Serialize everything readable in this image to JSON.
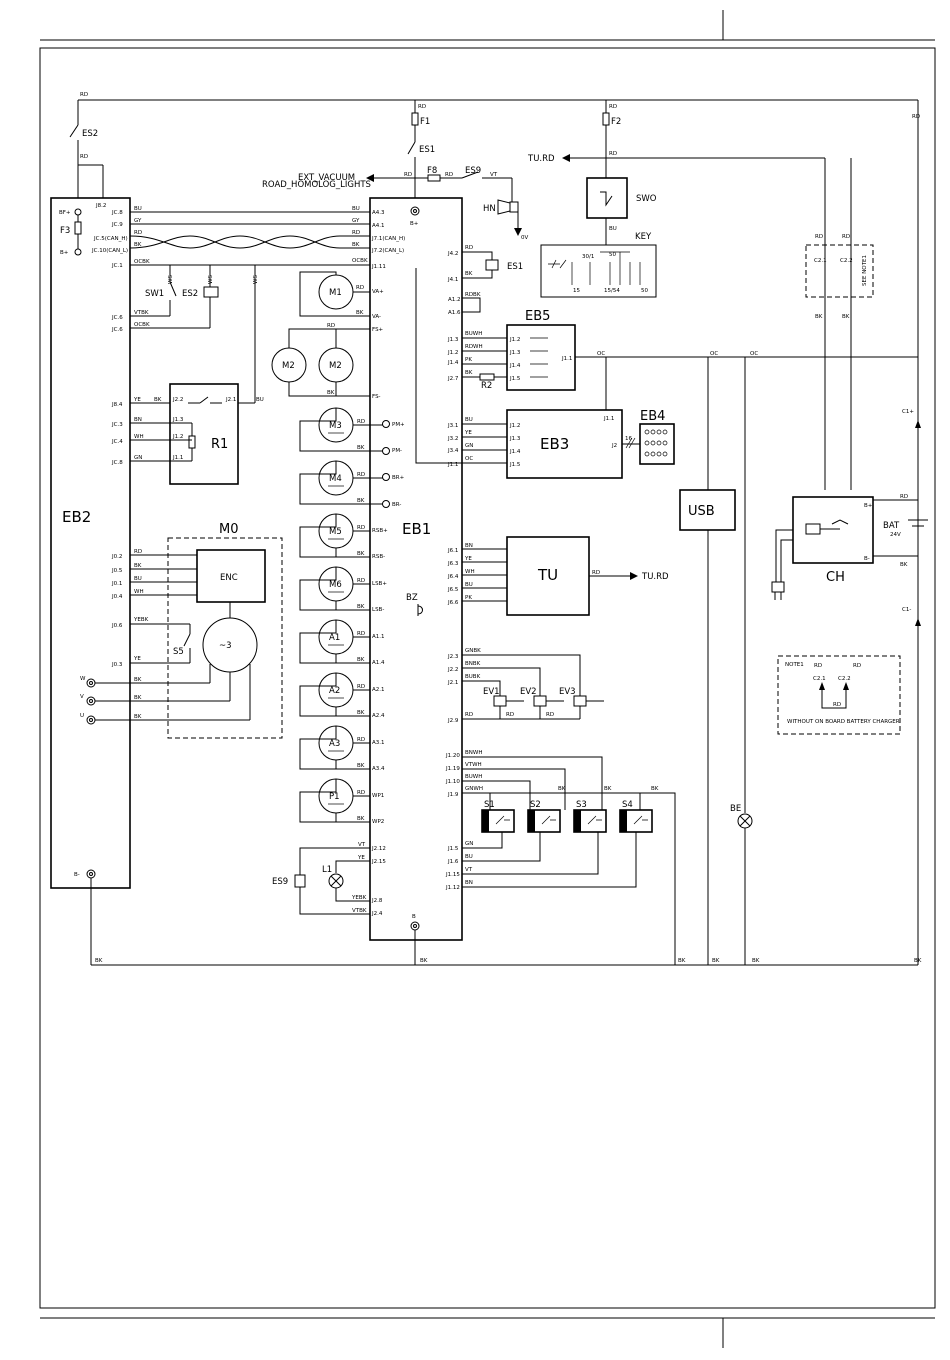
{
  "modules": {
    "eb1": "EB1",
    "eb2": "EB2",
    "eb3": "EB3",
    "eb4": "EB4",
    "eb5": "EB5",
    "tu": "TU",
    "usb": "USB",
    "ch": "CH",
    "m0": "M0",
    "enc": "ENC",
    "motor3": "~3",
    "swo": "SWO",
    "key": "KEY",
    "bat": "BAT",
    "bat_v": "24V"
  },
  "components": {
    "es1": "ES1",
    "es2": "ES2",
    "es9": "ES9",
    "f1": "F1",
    "f2": "F2",
    "f3": "F3",
    "f8": "F8",
    "hn": "HN",
    "sw1": "SW1",
    "r1": "R1",
    "r2": "R2",
    "s5": "S5",
    "bz": "BZ",
    "l1": "L1",
    "be": "BE",
    "m1": "M1",
    "m2a": "M2",
    "m2b": "M2",
    "m3": "M3",
    "m4": "M4",
    "m5": "M5",
    "m6": "M6",
    "a1": "A1",
    "a2": "A2",
    "a3": "A3",
    "p1": "P1",
    "ev1": "EV1",
    "ev2": "EV2",
    "ev3": "EV3",
    "s1": "S1",
    "s2": "S2",
    "s3": "S3",
    "s4": "S4"
  },
  "signals": {
    "ext_vacuum": "EXT_VACUUM",
    "road_lights": "ROAD_HOMOLOG_LIGHTS",
    "tu_rd_top": "TU.RD",
    "tu_rd_right": "TU.RD",
    "zero_v": "0V",
    "bf_plus": "BF+",
    "b_plus": "B+",
    "b_minus": "B-",
    "eb1_bplus": "B+",
    "eb1_bminus": "B",
    "u": "U",
    "v": "V",
    "w": "W",
    "c1_plus": "C1+",
    "c1_minus": "C1-",
    "ch_bplus": "B+",
    "ch_bminus": "B-"
  },
  "wires": {
    "rd": "RD",
    "bk": "BK",
    "bu": "BU",
    "gy": "GY",
    "gn": "GN",
    "ye": "YE",
    "wh": "WH",
    "oc": "OC",
    "vt": "VT",
    "pk": "PK",
    "bn": "BN",
    "vtbk": "VTBK",
    "ocbk": "OCBK",
    "yebk": "YEBK",
    "rdbk": "RDBK",
    "buwh": "BUWH",
    "rdwh": "RDWH",
    "gnbk": "GNBK",
    "bnbk": "BNBK",
    "bubk": "BUBK",
    "bnwh": "BNWH",
    "vtwh": "VTWH",
    "gnwh": "GNWH"
  },
  "pins": {
    "eb2": [
      "J8.2",
      "JC.8",
      "JC.9",
      "JC.5(CAN_H)",
      "JC.10(CAN_L)",
      "JC.1",
      "JC.6",
      "JC.6",
      "J8.4",
      "JC.3",
      "JC.4",
      "JC.8",
      "J0.2",
      "J0.5",
      "J0.1",
      "J0.4",
      "J0.6",
      "J0.3"
    ],
    "eb1_left": [
      "A4.3",
      "A4.1",
      "J7.1(CAN_H)",
      "J7.2(CAN_L)",
      "J1.11",
      "VA+",
      "VA-",
      "FS+",
      "FS-",
      "PM+",
      "PM-",
      "BR+",
      "BR-",
      "RSB+",
      "RSB-",
      "LSB+",
      "LSB-",
      "A1.1",
      "A1.4",
      "A2.1",
      "A2.4",
      "A3.1",
      "A3.4",
      "WP1",
      "WP2",
      "J2.12",
      "J2.15",
      "J2.8",
      "J2.4"
    ],
    "eb1_right": [
      "J4.2",
      "J4.1",
      "A1.2",
      "A1.6",
      "J1.3",
      "J1.2",
      "J1.4",
      "J2.7",
      "J3.1",
      "J3.2",
      "J3.4",
      "J1.1",
      "J6.1",
      "J6.3",
      "J6.4",
      "J6.5",
      "J6.6",
      "J2.3",
      "J2.2",
      "J2.1",
      "J2.9",
      "J1.20",
      "J1.19",
      "J1.10",
      "J1.9",
      "J1.5",
      "J1.6",
      "J1.15",
      "J1.12"
    ],
    "r1": [
      "J2.2",
      "J2.1",
      "J1.3",
      "J1.2",
      "J1.1"
    ],
    "eb5": [
      "J1.2",
      "J1.3",
      "J1.4",
      "J1.5",
      "J1.1"
    ],
    "eb3": [
      "J1.1",
      "J1.2",
      "J1.3",
      "J1.4",
      "J1.5",
      "J2",
      "16"
    ],
    "key": [
      "30/1",
      "50",
      "15",
      "15/54",
      "50"
    ],
    "charger": [
      "C2.1",
      "C2.2",
      "RD",
      "RD",
      "BK",
      "BK"
    ]
  },
  "notes": {
    "see_note": "SEE NOTE1",
    "note1_title": "NOTE1",
    "note1_text": "WITHOUT ON BOARD BATTERY CHARGER"
  },
  "ws": [
    "WS",
    "WS",
    "WS"
  ]
}
